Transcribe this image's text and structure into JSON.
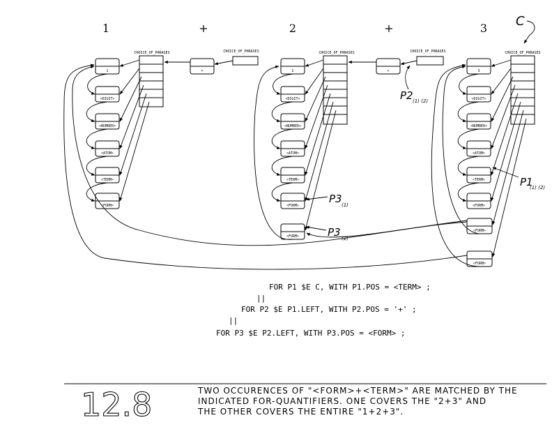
{
  "columns": [
    {
      "label": "1",
      "text": "1",
      "choice": "CHOICE_OF_PHRASES"
    },
    {
      "label": "+",
      "text": "+",
      "choice": "CHOICE_OF_PHRASES"
    },
    {
      "label": "2",
      "text": "2",
      "choice": "CHOICE_OF_PHRASES"
    },
    {
      "label": "+",
      "text": "+",
      "choice": "CHOICE_OF_PHRASES"
    },
    {
      "label": "3",
      "text": "3",
      "choice": "CHOICE_OF_PHRASES"
    }
  ],
  "phrases": [
    "<DIGIT>",
    "<NUMBER>",
    "<ATOM>",
    "<TERM>",
    "<FORM>"
  ],
  "long_forms": [
    "<FORM>",
    "<FORM>",
    "<FORM>"
  ],
  "pointers": {
    "c": "C",
    "p1": "P1",
    "p1_sub": "(1) (2)",
    "p2": "P2",
    "p2_sub": "(1) (2)",
    "p3a": "P3",
    "p3a_sub": "(1)",
    "p3b": "P3",
    "p3b_sub": "(2)"
  },
  "code": {
    "line1": "FOR P1 $E C,  WITH   P1.POS = <TERM> ;",
    "bar1": "||",
    "line2": "FOR P2 $E P1.LEFT,  WITH   P2.POS = '+' ;",
    "bar2": "||",
    "line3": "FOR P3 $E P2.LEFT,  WITH   P3.POS = <FORM> ;"
  },
  "figure": {
    "number": "12.8",
    "caption_1": "TWO OCCURENCES OF \"<FORM>+<TERM>\" ARE MATCHED BY THE",
    "caption_2": "INDICATED FOR-QUANTIFIERS.  ONE COVERS THE \"2+3\" AND",
    "caption_3": "THE OTHER COVERS THE ENTIRE \"1+2+3\"."
  }
}
